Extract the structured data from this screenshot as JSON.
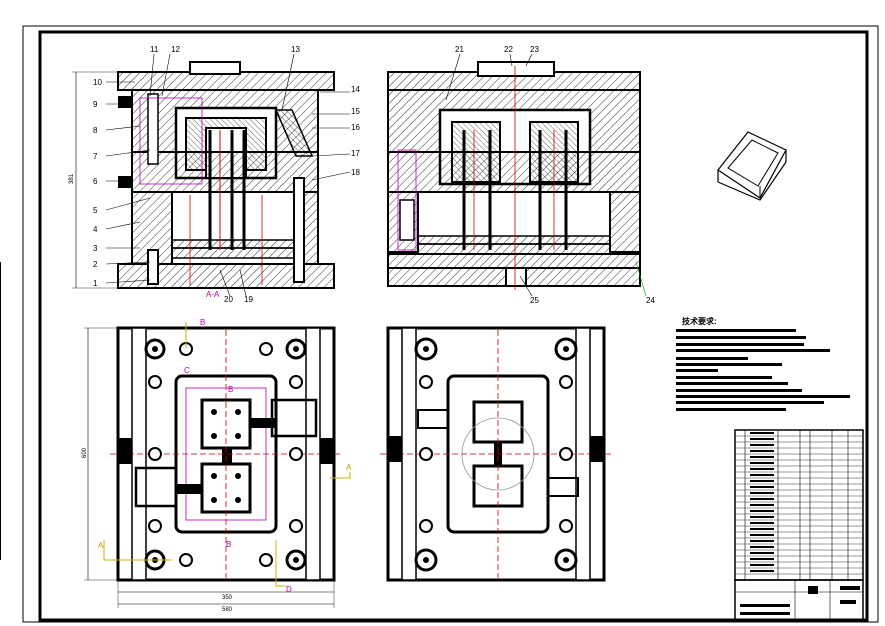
{
  "sheet": {
    "part_labels_left": [
      "1",
      "2",
      "3",
      "4",
      "5",
      "6",
      "7",
      "8",
      "9",
      "10",
      "11",
      "12",
      "13",
      "14",
      "15",
      "16",
      "17",
      "18",
      "19",
      "20"
    ],
    "part_labels_right": [
      "21",
      "22",
      "23",
      "24",
      "25"
    ],
    "section_label": "A-A",
    "section_markers": [
      "A",
      "B",
      "C",
      "D"
    ],
    "dimensions": {
      "height_left": "381",
      "height_bottom_left": "600",
      "width_inner": "350",
      "width_outer": "580"
    },
    "technical_requirements_title": "技术要求:"
  },
  "colors": {
    "line": "#000000",
    "centerline": "#d00000",
    "section_marker": "#b000b0",
    "marker_yellow": "#c8b400",
    "hatch": "#000000"
  }
}
